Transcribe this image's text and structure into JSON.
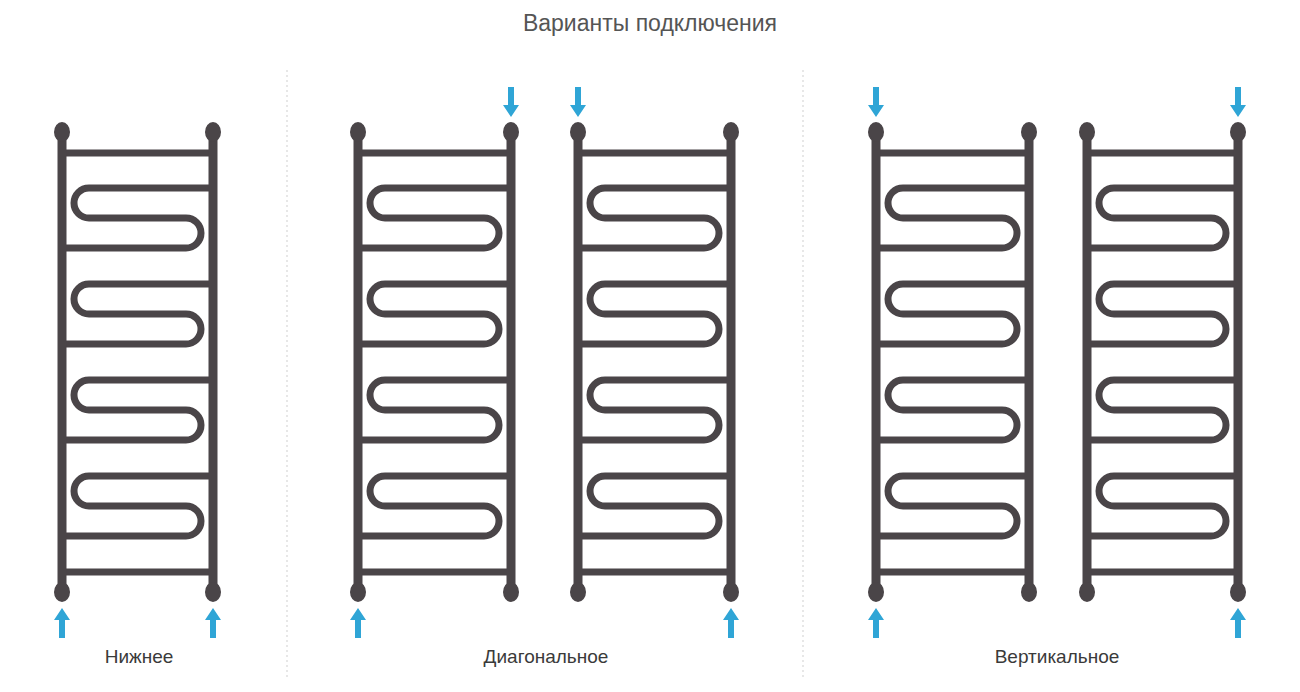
{
  "diagram": {
    "title": "Варианты подключения",
    "labels": [
      "Нижнее",
      "Диагональное",
      "Вертикальное"
    ]
  }
}
